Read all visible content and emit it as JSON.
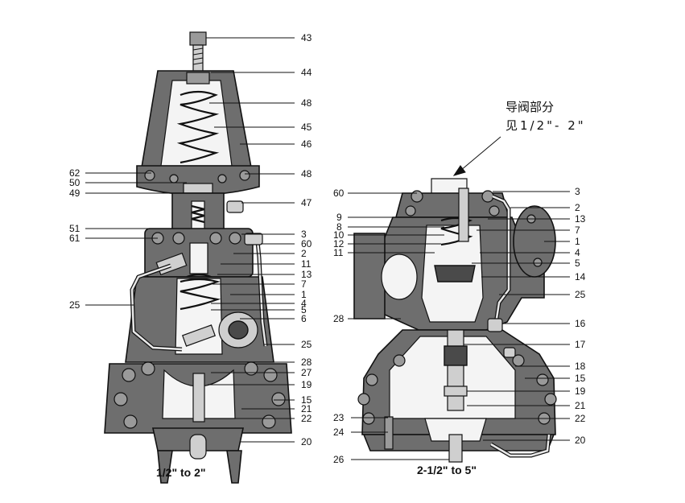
{
  "left_view": {
    "caption": "1/2\" to 2\"",
    "labels_right": [
      "43",
      "44",
      "48",
      "45",
      "46",
      "48",
      "47",
      "3",
      "60",
      "2",
      "11",
      "13",
      "7",
      "1",
      "4",
      "5",
      "6",
      "25",
      "28",
      "27",
      "19",
      "15",
      "21",
      "22",
      "20"
    ],
    "labels_left": [
      "62",
      "50",
      "49",
      "51",
      "61",
      "25"
    ]
  },
  "right_view": {
    "caption": "2-1/2\" to 5\"",
    "note_line1": "导阀部分",
    "note_line2": "见1/2\"- 2\"",
    "labels_right": [
      "3",
      "2",
      "13",
      "7",
      "1",
      "4",
      "5",
      "14",
      "25",
      "16",
      "17",
      "18",
      "15",
      "19",
      "21",
      "22",
      "20"
    ],
    "labels_left": [
      "60",
      "9",
      "8",
      "10",
      "12",
      "11",
      "28",
      "23",
      "24",
      "26"
    ]
  },
  "colors": {
    "ink": "#111111",
    "metal": "#6e6e6e",
    "metal_dark": "#4a4a4a",
    "highlight": "#cfcfcf"
  }
}
